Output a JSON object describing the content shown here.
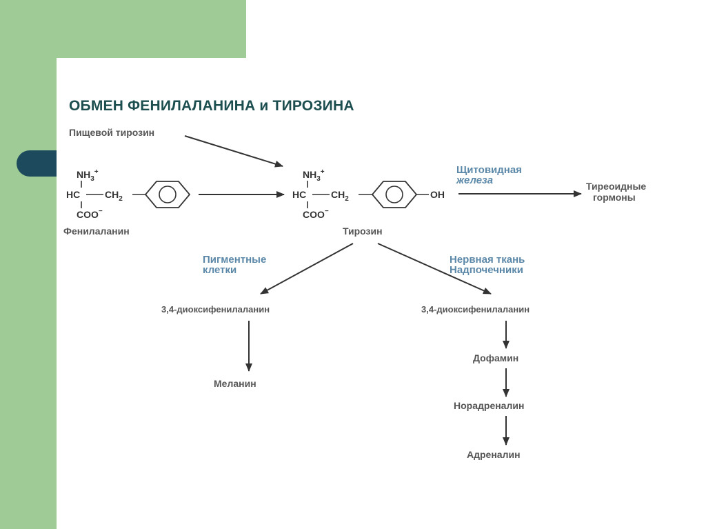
{
  "title": "ОБМЕН ФЕНИЛАЛАНИНА и ТИРОЗИНА",
  "labels": {
    "dietary_tyrosine": "Пищевой тирозин",
    "phenylalanine": "Фенилаланин",
    "tyrosine": "Тирозин",
    "thyroid_line1": "Щитовидная",
    "thyroid_line2": "железа",
    "thyroid_hormones_line1": "Тиреоидные",
    "thyroid_hormones_line2": "гормоны",
    "pigment_line1": "Пигментные",
    "pigment_line2": "клетки",
    "nerve_line1": "Нервная ткань",
    "nerve_line2": "Надпочечники",
    "dopa_left": "3,4-диоксифенилаланин",
    "dopa_right": "3,4-диоксифенилаланин",
    "melanin": "Меланин",
    "dopamine": "Дофамин",
    "noradrenaline": "Норадреналин",
    "adrenaline": "Адреналин"
  },
  "formula": {
    "nh3": "NH",
    "nh3_sub": "3",
    "nh3_sup": "+",
    "hc": "HC",
    "ch2": "CH",
    "ch2_sub": "2",
    "coo": "COO",
    "coo_sup": "−",
    "oh": "OH"
  },
  "colors": {
    "background_band": "#9fcc96",
    "tab": "#1d4a5c",
    "title": "#1c4d4f",
    "condition_text": "#5b88a8"
  }
}
